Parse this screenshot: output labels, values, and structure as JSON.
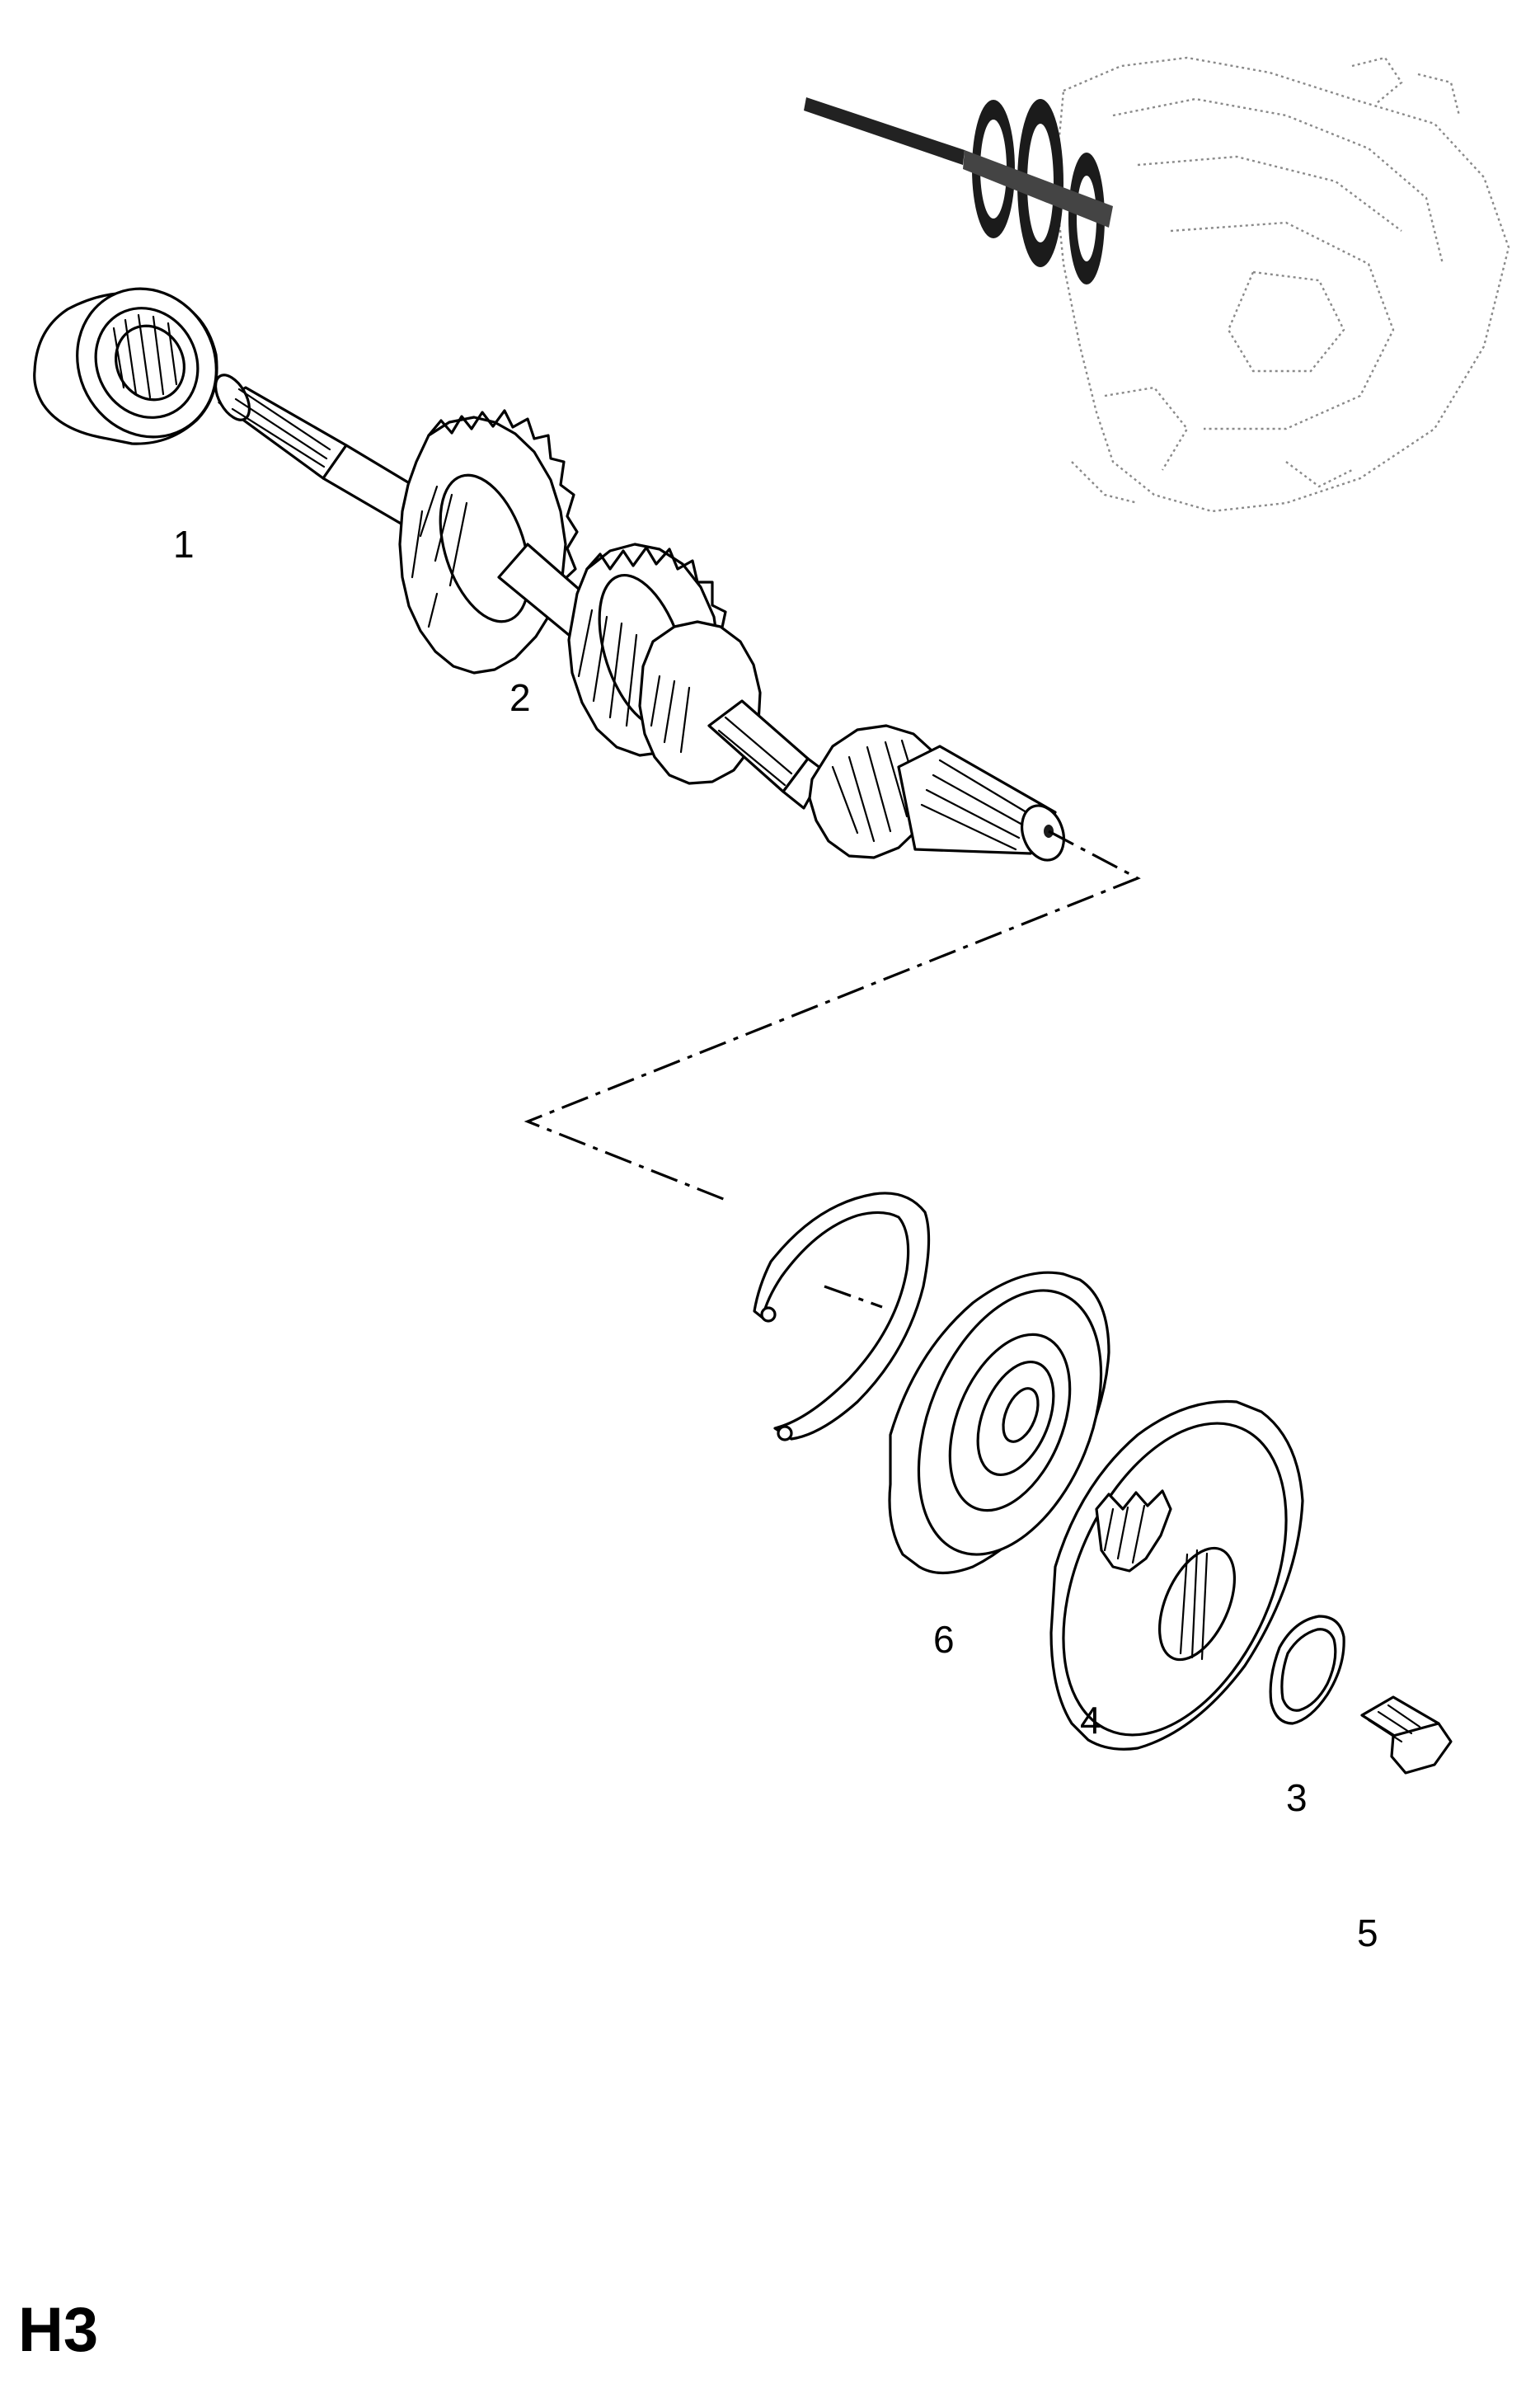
{
  "diagram": {
    "page_code": "H3",
    "callouts": [
      {
        "id": "1",
        "label": "1"
      },
      {
        "id": "2",
        "label": "2"
      },
      {
        "id": "3",
        "label": "3"
      },
      {
        "id": "4",
        "label": "4"
      },
      {
        "id": "5",
        "label": "5"
      },
      {
        "id": "6",
        "label": "6"
      }
    ]
  }
}
